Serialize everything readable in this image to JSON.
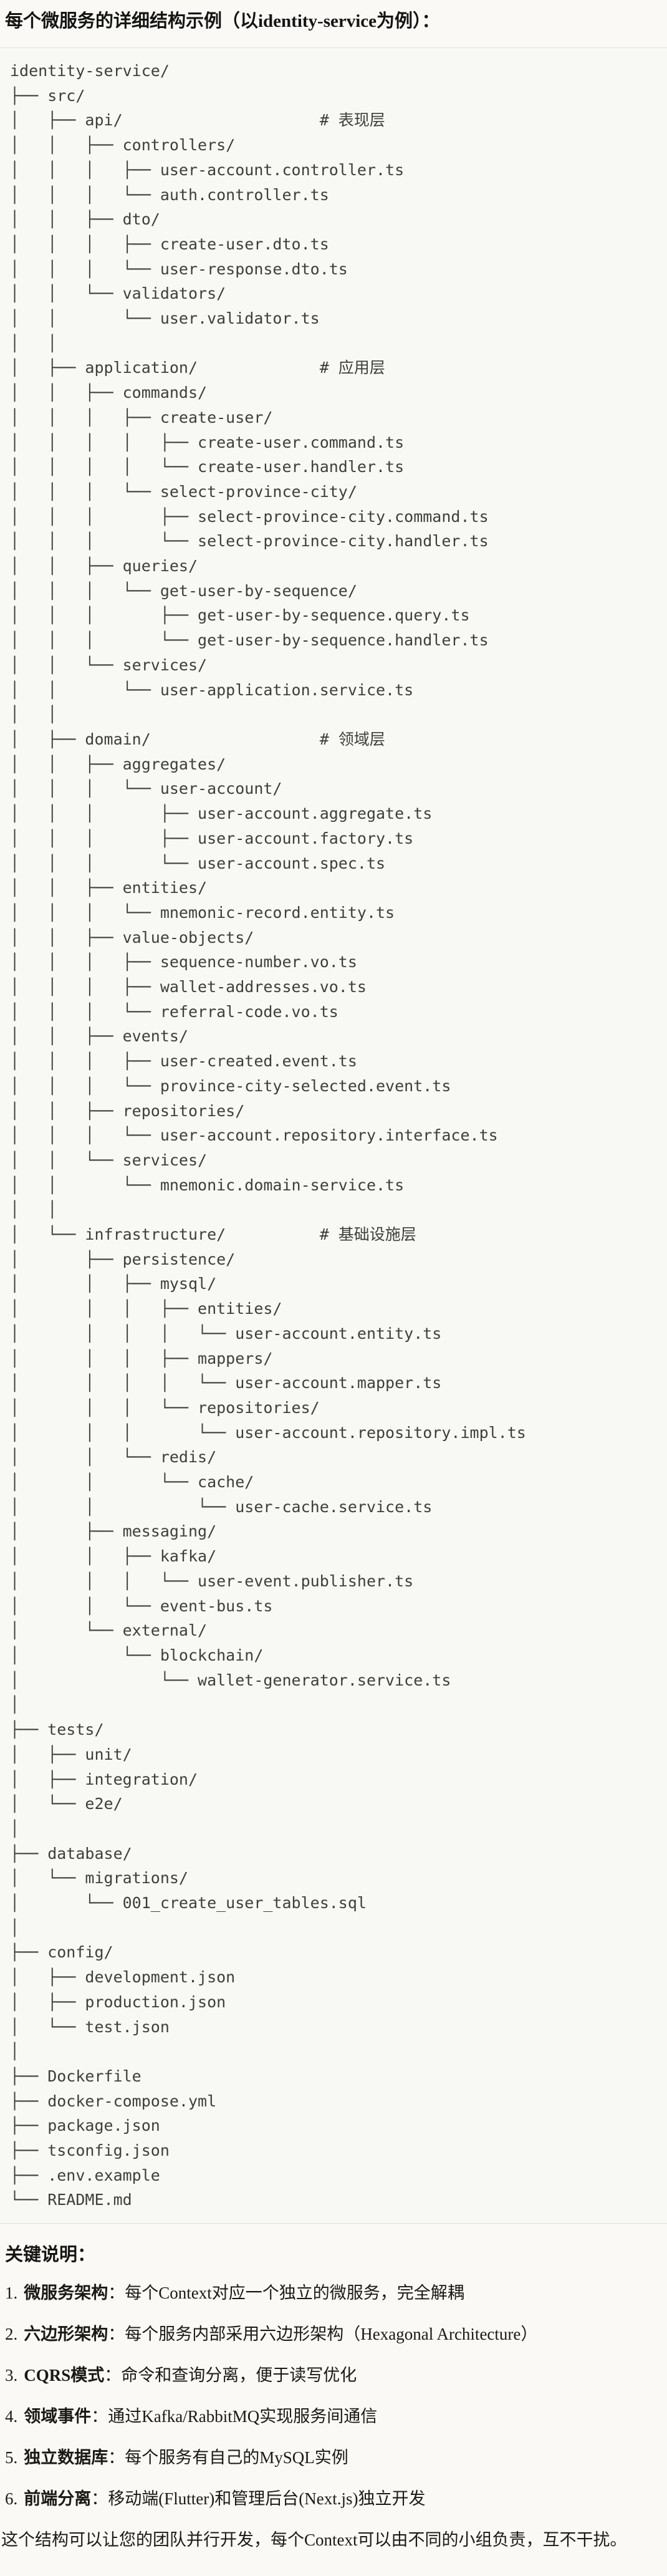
{
  "page": {
    "title": "每个微服务的详细结构示例（以identity-service为例）：",
    "colors": {
      "page_background": "#FAF9F5",
      "code_background": "#F8F8F5",
      "code_border": "#E3E2DC",
      "code_text": "#3F3E39",
      "heading_text": "#141413",
      "body_text": "#1A1915"
    }
  },
  "tree": {
    "lines": [
      "identity-service/",
      "├── src/",
      "│   ├── api/                     # 表现层",
      "│   │   ├── controllers/",
      "│   │   │   ├── user-account.controller.ts",
      "│   │   │   └── auth.controller.ts",
      "│   │   ├── dto/",
      "│   │   │   ├── create-user.dto.ts",
      "│   │   │   └── user-response.dto.ts",
      "│   │   └── validators/",
      "│   │       └── user.validator.ts",
      "│   │",
      "│   ├── application/             # 应用层",
      "│   │   ├── commands/",
      "│   │   │   ├── create-user/",
      "│   │   │   │   ├── create-user.command.ts",
      "│   │   │   │   └── create-user.handler.ts",
      "│   │   │   └── select-province-city/",
      "│   │   │       ├── select-province-city.command.ts",
      "│   │   │       └── select-province-city.handler.ts",
      "│   │   ├── queries/",
      "│   │   │   └── get-user-by-sequence/",
      "│   │   │       ├── get-user-by-sequence.query.ts",
      "│   │   │       └── get-user-by-sequence.handler.ts",
      "│   │   └── services/",
      "│   │       └── user-application.service.ts",
      "│   │",
      "│   ├── domain/                  # 领域层",
      "│   │   ├── aggregates/",
      "│   │   │   └── user-account/",
      "│   │   │       ├── user-account.aggregate.ts",
      "│   │   │       ├── user-account.factory.ts",
      "│   │   │       └── user-account.spec.ts",
      "│   │   ├── entities/",
      "│   │   │   └── mnemonic-record.entity.ts",
      "│   │   ├── value-objects/",
      "│   │   │   ├── sequence-number.vo.ts",
      "│   │   │   ├── wallet-addresses.vo.ts",
      "│   │   │   └── referral-code.vo.ts",
      "│   │   ├── events/",
      "│   │   │   ├── user-created.event.ts",
      "│   │   │   └── province-city-selected.event.ts",
      "│   │   ├── repositories/",
      "│   │   │   └── user-account.repository.interface.ts",
      "│   │   └── services/",
      "│   │       └── mnemonic.domain-service.ts",
      "│   │",
      "│   └── infrastructure/          # 基础设施层",
      "│       ├── persistence/",
      "│       │   ├── mysql/",
      "│       │   │   ├── entities/",
      "│       │   │   │   └── user-account.entity.ts",
      "│       │   │   ├── mappers/",
      "│       │   │   │   └── user-account.mapper.ts",
      "│       │   │   └── repositories/",
      "│       │   │       └── user-account.repository.impl.ts",
      "│       │   └── redis/",
      "│       │       └── cache/",
      "│       │           └── user-cache.service.ts",
      "│       ├── messaging/",
      "│       │   ├── kafka/",
      "│       │   │   └── user-event.publisher.ts",
      "│       │   └── event-bus.ts",
      "│       └── external/",
      "│           └── blockchain/",
      "│               └── wallet-generator.service.ts",
      "│",
      "├── tests/",
      "│   ├── unit/",
      "│   ├── integration/",
      "│   └── e2e/",
      "│",
      "├── database/",
      "│   └── migrations/",
      "│       └── 001_create_user_tables.sql",
      "│",
      "├── config/",
      "│   ├── development.json",
      "│   ├── production.json",
      "│   └── test.json",
      "│",
      "├── Dockerfile",
      "├── docker-compose.yml",
      "├── package.json",
      "├── tsconfig.json",
      "├── .env.example",
      "└── README.md"
    ]
  },
  "notes": {
    "heading": "关键说明：",
    "items": [
      {
        "num": "1.",
        "label": "微服务架构",
        "sep": "：",
        "text": "每个Context对应一个独立的微服务，完全解耦"
      },
      {
        "num": "2.",
        "label": "六边形架构",
        "sep": "：",
        "text": "每个服务内部采用六边形架构（Hexagonal Architecture）"
      },
      {
        "num": "3.",
        "label": "CQRS模式",
        "sep": "：",
        "text": "命令和查询分离，便于读写优化"
      },
      {
        "num": "4.",
        "label": "领域事件",
        "sep": "：",
        "text": "通过Kafka/RabbitMQ实现服务间通信"
      },
      {
        "num": "5.",
        "label": "独立数据库",
        "sep": "：",
        "text": "每个服务有自己的MySQL实例"
      },
      {
        "num": "6.",
        "label": "前端分离",
        "sep": "：",
        "text": "移动端(Flutter)和管理后台(Next.js)独立开发"
      }
    ],
    "footer": "这个结构可以让您的团队并行开发，每个Context可以由不同的小组负责，互不干扰。"
  }
}
